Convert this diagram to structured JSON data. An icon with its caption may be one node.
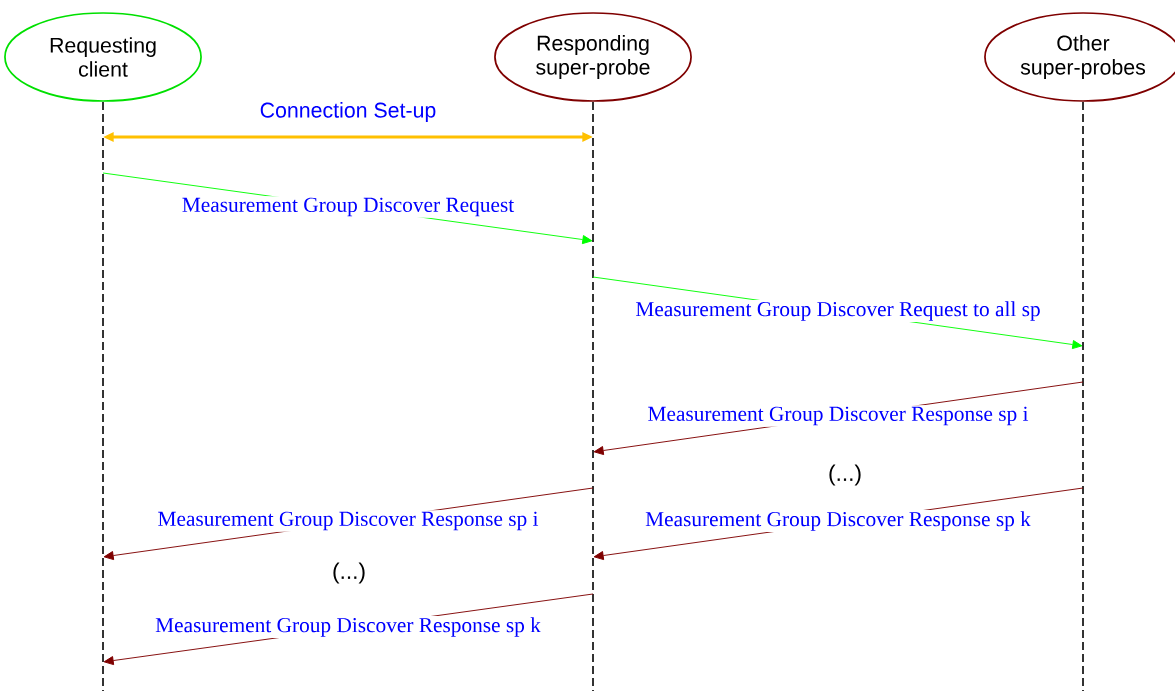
{
  "diagram": {
    "nodes": [
      {
        "text": [
          "Requesting client"
        ]
      },
      {
        "text": [
          "Responding super-probe"
        ]
      },
      {
        "text": [
          "Other super-probes"
        ]
      }
    ],
    "edges": [
      {
        "from": 0,
        "to": 1,
        "arrow": "both",
        "label": "Connection Set-up",
        "color": "#ffc000",
        "style": "thick"
      },
      {
        "from": 0,
        "to": 1,
        "arrow": "to",
        "label": "Measurement Group Discover Request",
        "color": "#00ff00"
      },
      {
        "from": 1,
        "to": 2,
        "arrow": "to",
        "label": "Measurement Group Discover Request to all sp",
        "color": "#00ff00"
      },
      {
        "from": 2,
        "to": 1,
        "arrow": "to",
        "label": "Measurement Group Discover Response sp i",
        "color": "#7f0000"
      },
      {
        "from": 2,
        "to": 1,
        "arrow": "to",
        "label": "Measurement Group Discover Response sp k",
        "color": "#7f0000"
      },
      {
        "from": 1,
        "to": 0,
        "arrow": "to",
        "label": "Measurement Group Discover Response sp i",
        "color": "#7f0000"
      },
      {
        "from": 1,
        "to": 0,
        "arrow": "to",
        "label": "Measurement Group Discover Response sp k",
        "color": "#7f0000"
      }
    ],
    "labels": [
      "(...)",
      "(...)"
    ]
  }
}
